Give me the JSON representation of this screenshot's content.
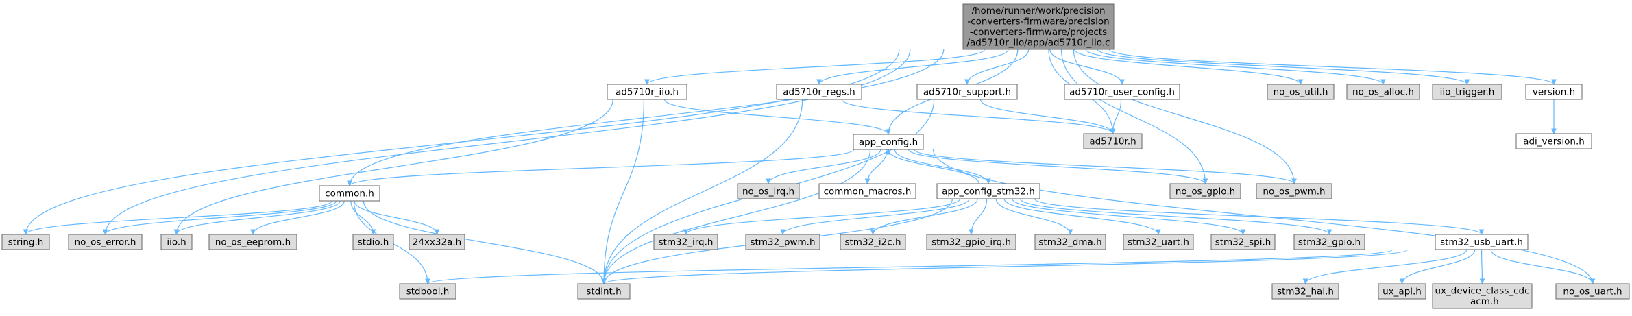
{
  "graph": {
    "colors": {
      "edge": "#63b8ff",
      "node_fill": "#ffffff",
      "external_fill": "#dddddd",
      "root_fill": "#999999",
      "border": "#666666"
    },
    "nodes": [
      {
        "id": "root",
        "lines": [
          "/home/runner/work/precision",
          "-converters-firmware/precision",
          "-converters-firmware/projects",
          "/ad5710r_iio/app/ad5710r_iio.c"
        ],
        "kind": "root"
      },
      {
        "id": "ad5710r_iio_h",
        "lines": [
          "ad5710r_iio.h"
        ],
        "kind": "local"
      },
      {
        "id": "ad5710r_regs_h",
        "lines": [
          "ad5710r_regs.h"
        ],
        "kind": "local"
      },
      {
        "id": "ad5710r_support_h",
        "lines": [
          "ad5710r_support.h"
        ],
        "kind": "local"
      },
      {
        "id": "ad5710r_user_config_h",
        "lines": [
          "ad5710r_user_config.h"
        ],
        "kind": "local"
      },
      {
        "id": "no_os_util_h",
        "lines": [
          "no_os_util.h"
        ],
        "kind": "external"
      },
      {
        "id": "no_os_alloc_h",
        "lines": [
          "no_os_alloc.h"
        ],
        "kind": "external"
      },
      {
        "id": "iio_trigger_h",
        "lines": [
          "iio_trigger.h"
        ],
        "kind": "external"
      },
      {
        "id": "version_h",
        "lines": [
          "version.h"
        ],
        "kind": "local"
      },
      {
        "id": "ad5710r_h",
        "lines": [
          "ad5710r.h"
        ],
        "kind": "external"
      },
      {
        "id": "adi_version_h",
        "lines": [
          "adi_version.h"
        ],
        "kind": "local"
      },
      {
        "id": "app_config_h",
        "lines": [
          "app_config.h"
        ],
        "kind": "local"
      },
      {
        "id": "no_os_irq_h",
        "lines": [
          "no_os_irq.h"
        ],
        "kind": "external"
      },
      {
        "id": "common_macros_h",
        "lines": [
          "common_macros.h"
        ],
        "kind": "local"
      },
      {
        "id": "app_config_stm32_h",
        "lines": [
          "app_config_stm32.h"
        ],
        "kind": "local"
      },
      {
        "id": "no_os_gpio_h",
        "lines": [
          "no_os_gpio.h"
        ],
        "kind": "external"
      },
      {
        "id": "no_os_pwm_h",
        "lines": [
          "no_os_pwm.h"
        ],
        "kind": "external"
      },
      {
        "id": "common_h",
        "lines": [
          "common.h"
        ],
        "kind": "local"
      },
      {
        "id": "string_h",
        "lines": [
          "string.h"
        ],
        "kind": "external"
      },
      {
        "id": "no_os_error_h",
        "lines": [
          "no_os_error.h"
        ],
        "kind": "external"
      },
      {
        "id": "iio_h",
        "lines": [
          "iio.h"
        ],
        "kind": "external"
      },
      {
        "id": "no_os_eeprom_h",
        "lines": [
          "no_os_eeprom.h"
        ],
        "kind": "external"
      },
      {
        "id": "stdio_h",
        "lines": [
          "stdio.h"
        ],
        "kind": "external"
      },
      {
        "id": "24xx32a_h",
        "lines": [
          "24xx32a.h"
        ],
        "kind": "external"
      },
      {
        "id": "stm32_irq_h",
        "lines": [
          "stm32_irq.h"
        ],
        "kind": "external"
      },
      {
        "id": "stm32_pwm_h",
        "lines": [
          "stm32_pwm.h"
        ],
        "kind": "external"
      },
      {
        "id": "stm32_i2c_h",
        "lines": [
          "stm32_i2c.h"
        ],
        "kind": "external"
      },
      {
        "id": "stm32_gpio_irq_h",
        "lines": [
          "stm32_gpio_irq.h"
        ],
        "kind": "external"
      },
      {
        "id": "stm32_dma_h",
        "lines": [
          "stm32_dma.h"
        ],
        "kind": "external"
      },
      {
        "id": "stm32_uart_h",
        "lines": [
          "stm32_uart.h"
        ],
        "kind": "external"
      },
      {
        "id": "stm32_spi_h",
        "lines": [
          "stm32_spi.h"
        ],
        "kind": "external"
      },
      {
        "id": "stm32_gpio_h",
        "lines": [
          "stm32_gpio.h"
        ],
        "kind": "external"
      },
      {
        "id": "stm32_usb_uart_h",
        "lines": [
          "stm32_usb_uart.h"
        ],
        "kind": "local"
      },
      {
        "id": "stdbool_h",
        "lines": [
          "stdbool.h"
        ],
        "kind": "external"
      },
      {
        "id": "stdint_h",
        "lines": [
          "stdint.h"
        ],
        "kind": "external"
      },
      {
        "id": "stm32_hal_h",
        "lines": [
          "stm32_hal.h"
        ],
        "kind": "external"
      },
      {
        "id": "ux_api_h",
        "lines": [
          "ux_api.h"
        ],
        "kind": "external"
      },
      {
        "id": "ux_device_class_cdc_acm_h",
        "lines": [
          "ux_device_class_cdc",
          "_acm.h"
        ],
        "kind": "external"
      },
      {
        "id": "no_os_uart_h",
        "lines": [
          "no_os_uart.h"
        ],
        "kind": "external"
      }
    ],
    "edges": [
      [
        "root",
        "ad5710r_iio_h"
      ],
      [
        "root",
        "ad5710r_regs_h"
      ],
      [
        "root",
        "ad5710r_support_h"
      ],
      [
        "root",
        "ad5710r_user_config_h"
      ],
      [
        "root",
        "no_os_util_h"
      ],
      [
        "root",
        "no_os_alloc_h"
      ],
      [
        "root",
        "iio_trigger_h"
      ],
      [
        "root",
        "version_h"
      ],
      [
        "root",
        "ad5710r_h"
      ],
      [
        "root",
        "app_config_h"
      ],
      [
        "root",
        "no_os_gpio_h"
      ],
      [
        "root",
        "no_os_pwm_h"
      ],
      [
        "root",
        "common_h"
      ],
      [
        "root",
        "string_h"
      ],
      [
        "root",
        "no_os_error_h"
      ],
      [
        "ad5710r_iio_h",
        "app_config_h"
      ],
      [
        "ad5710r_iio_h",
        "iio_h"
      ],
      [
        "ad5710r_iio_h",
        "stdint_h"
      ],
      [
        "ad5710r_regs_h",
        "ad5710r_h"
      ],
      [
        "ad5710r_regs_h",
        "stdint_h"
      ],
      [
        "ad5710r_support_h",
        "ad5710r_h"
      ],
      [
        "ad5710r_support_h",
        "stdint_h"
      ],
      [
        "ad5710r_user_config_h",
        "ad5710r_h"
      ],
      [
        "version_h",
        "adi_version_h"
      ],
      [
        "app_config_h",
        "common_h"
      ],
      [
        "app_config_h",
        "no_os_irq_h"
      ],
      [
        "app_config_h",
        "common_macros_h"
      ],
      [
        "app_config_h",
        "app_config_stm32_h"
      ],
      [
        "app_config_h",
        "no_os_gpio_h"
      ],
      [
        "app_config_h",
        "no_os_pwm_h"
      ],
      [
        "app_config_h",
        "no_os_uart_h"
      ],
      [
        "app_config_h",
        "stdint_h"
      ],
      [
        "app_config_stm32_h",
        "app_config_h"
      ],
      [
        "app_config_stm32_h",
        "stm32_irq_h"
      ],
      [
        "app_config_stm32_h",
        "stm32_pwm_h"
      ],
      [
        "app_config_stm32_h",
        "stm32_i2c_h"
      ],
      [
        "app_config_stm32_h",
        "stm32_gpio_irq_h"
      ],
      [
        "app_config_stm32_h",
        "stm32_dma_h"
      ],
      [
        "app_config_stm32_h",
        "stm32_uart_h"
      ],
      [
        "app_config_stm32_h",
        "stm32_spi_h"
      ],
      [
        "app_config_stm32_h",
        "stm32_gpio_h"
      ],
      [
        "app_config_stm32_h",
        "stm32_usb_uart_h"
      ],
      [
        "app_config_stm32_h",
        "stdint_h"
      ],
      [
        "common_h",
        "string_h"
      ],
      [
        "common_h",
        "no_os_error_h"
      ],
      [
        "common_h",
        "iio_h"
      ],
      [
        "common_h",
        "no_os_eeprom_h"
      ],
      [
        "common_h",
        "stdio_h"
      ],
      [
        "common_h",
        "24xx32a_h"
      ],
      [
        "common_h",
        "stdbool_h"
      ],
      [
        "common_h",
        "stdint_h"
      ],
      [
        "stm32_usb_uart_h",
        "stdbool_h"
      ],
      [
        "stm32_usb_uart_h",
        "stdint_h"
      ],
      [
        "stm32_usb_uart_h",
        "stm32_hal_h"
      ],
      [
        "stm32_usb_uart_h",
        "ux_api_h"
      ],
      [
        "stm32_usb_uart_h",
        "ux_device_class_cdc_acm_h"
      ],
      [
        "stm32_usb_uart_h",
        "no_os_uart_h"
      ]
    ]
  }
}
